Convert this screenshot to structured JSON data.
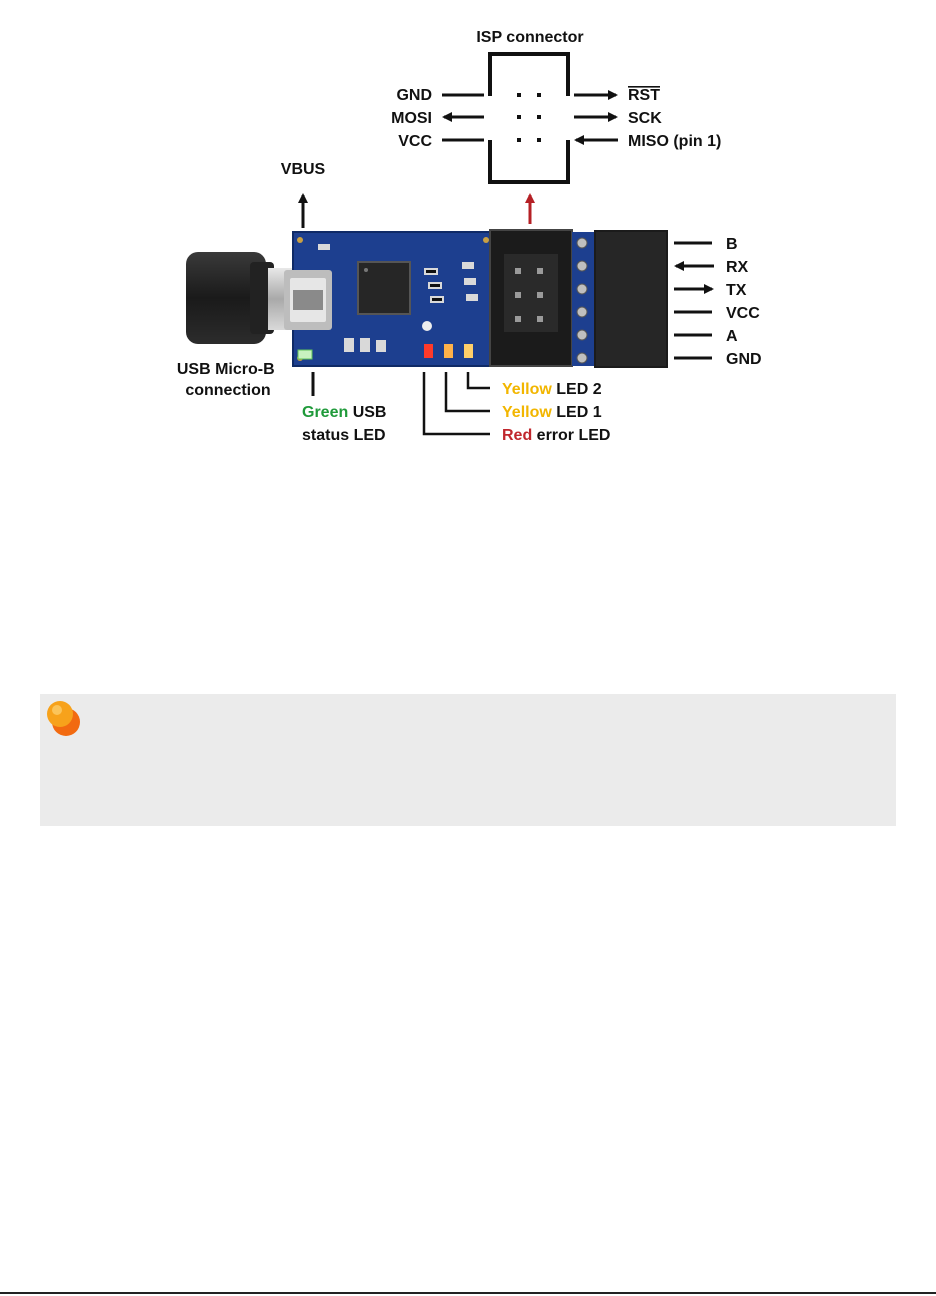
{
  "isp": {
    "title": "ISP connector",
    "left_pins": [
      "GND",
      "MOSI",
      "VCC"
    ],
    "right_pins": [
      "RST",
      "SCK",
      "MISO (pin 1)"
    ]
  },
  "vbus": "VBUS",
  "usb": {
    "line1": "USB Micro-B",
    "line2": "connection"
  },
  "header_pins": [
    "B",
    "RX",
    "TX",
    "VCC",
    "A",
    "GND"
  ],
  "status_led": {
    "color_word": "Green",
    "line1_rest": " USB",
    "line2": "status LED"
  },
  "leds": [
    {
      "color_word": "Yellow",
      "rest": " LED 2"
    },
    {
      "color_word": "Yellow",
      "rest": " LED 1"
    },
    {
      "color_word": "Red",
      "rest": " error LED"
    }
  ],
  "colors": {
    "green": "#1f9a3a",
    "yellow": "#f2b600",
    "red": "#c0272d",
    "pcb_blue": "#1d3f8f",
    "note_bg": "#ebebeb",
    "note_icon": "#f58220"
  },
  "note": {
    "icon": "pushpin-icon"
  }
}
